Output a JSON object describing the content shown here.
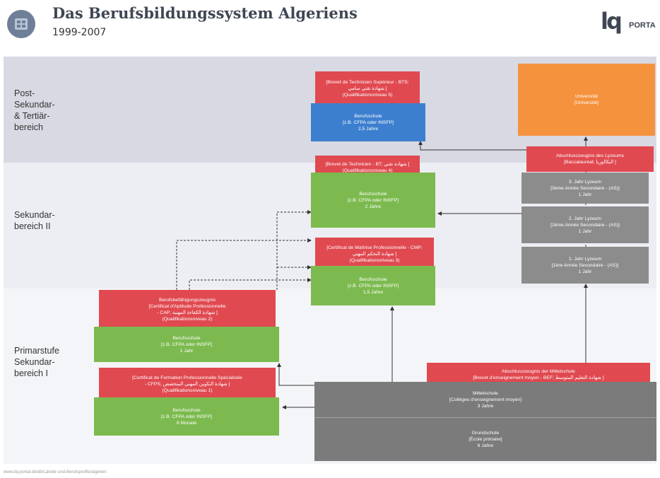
{
  "header": {
    "title": "Das Berufsbildungssystem Algeriens",
    "subtitle": "1999-2007",
    "brand_lq": "lq",
    "brand_porta": "PORTA"
  },
  "bands": {
    "tertiary": "Post-\nSekundar-\n& Tertiär-\nbereich",
    "secondary2": "Sekundar-\nbereich II",
    "primary": "Primarstufe\nSekundar-\nbereich I"
  },
  "boxes": {
    "bts_cert": "[Brevet de Technicien Supérieur - BTS;\nشهادة تقني سامي ]\n(Qualifikationsniveau 5)",
    "bts_school": "Berufsschule\n[z.B. CFPA oder INSFP]\n2,5 Jahre",
    "university": "Universität\n[Université]",
    "bac": "Abschlusszeugnis des Lyzeums\n[Baccalauréat; البكالوريا ]",
    "bt_cert": "[Brevet de Technicien - BT; شهادة تقني ]\n(Qualifikationsniveau 4)",
    "bt_school": "Berufsschule\n[z.B. CFPA oder INSFP]\n2 Jahre",
    "lyz3": "3. Jahr Lyzeum\n[3ème Année Secondaire - (AS)]\n1 Jahr",
    "lyz2": "2. Jahr Lyzeum\n[2ème Année Secondaire - (AS)]\n1 Jahr",
    "lyz1": "1. Jahr Lyzeum\n[1ère Année Secondaire - (AS)]\n1 Jahr",
    "cmp_cert": "[Certificat de Maîtrise Professionnelle - CMP;\nشهادة التحكم المهني ]\n(Qualifikationsniveau 3)",
    "cmp_school": "Berufsschule\n[z.B. CFPA oder INSFP]\n1,5 Jahre",
    "cap_cert": "Berufsbefähigungszeugnis\n[Certificat d'Aptitude Professionnelle\n- CAP; شهادة الكفاءة المهنية ]\n(Qualifikationsniveau 2)",
    "cap_school": "Berufsschule\n[z.B. CFPA oder INSFP]\n1 Jahr",
    "cfps_cert": "[Certificat de Formation Professionnelle Spécialisée\n- CFPS; شهادة التكوين المهني المتخصص ]\n(Qualifikationsniveau 1)",
    "cfps_school": "Berufsschule\n[z.B. CFPA oder INSFP]\n6 Monate",
    "bef_cert": "Abschlusszeugnis der Mittelschule\n[Brevet d'enseignement moyen - BEF; شهادة التعليم المتوسط ]",
    "mittelschule": "Mittelschule\n[Collèges d'enseignement moyen]\n3 Jahre",
    "grundschule": "Grundschule\n[École primaire]\n6 Jahre"
  },
  "footer": "www.bq-portal.de/db/Länder-und-Berufsprofile/algerien",
  "colors": {
    "red": "#e04950",
    "green": "#7cba4f",
    "blue": "#3d7fcf",
    "orange": "#f5923e",
    "grey": "#8c8c8c"
  }
}
